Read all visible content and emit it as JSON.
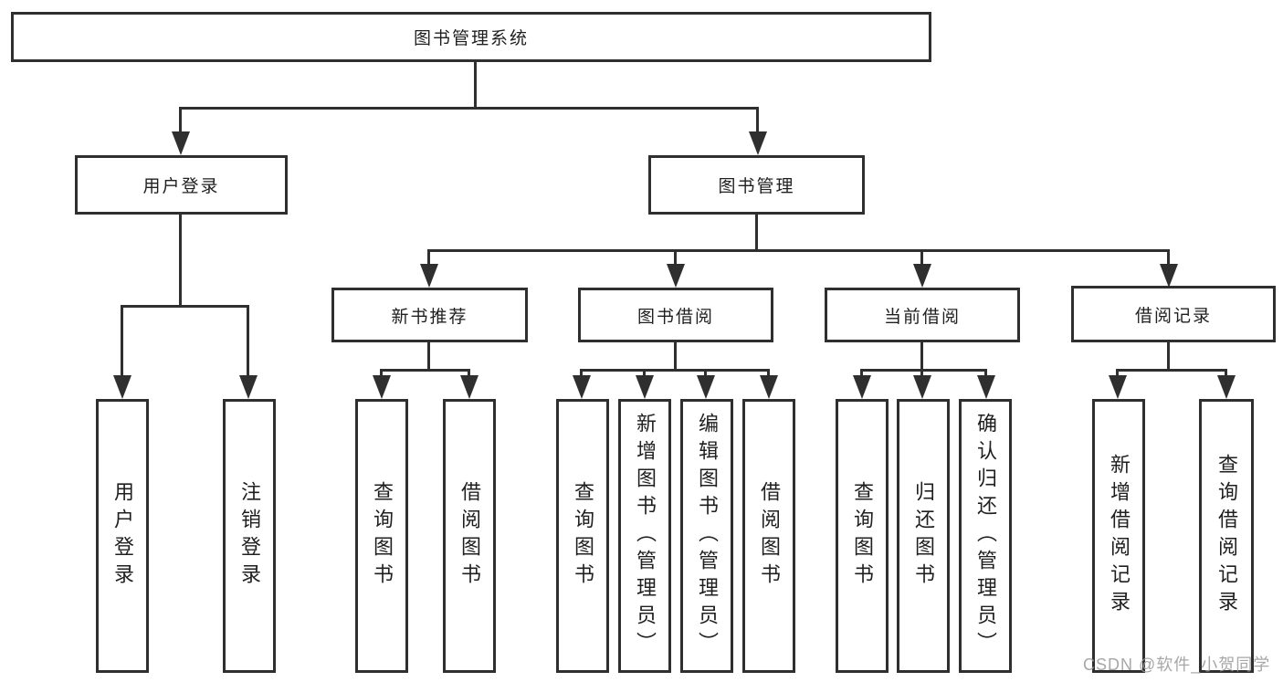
{
  "colors": {
    "line": "#2f2f2f",
    "text": "#1f1f1f",
    "watermark": "#9b9b9b",
    "background": "#ffffff"
  },
  "watermark": {
    "text": "CSDN @软件_小贺同学"
  },
  "diagram": {
    "root": {
      "label": "图书管理系统"
    },
    "branches": {
      "user_login": {
        "label": "用户登录",
        "children": {
          "login": {
            "label": "用户登录"
          },
          "logout": {
            "label": "注销登录"
          }
        }
      },
      "book_mgmt": {
        "label": "图书管理",
        "children": {
          "new_book": {
            "label": "新书推荐",
            "children": {
              "query": {
                "label": "查询图书"
              },
              "borrow": {
                "label": "借阅图书"
              }
            }
          },
          "book_borrow": {
            "label": "图书借阅",
            "children": {
              "query": {
                "label": "查询图书"
              },
              "add": {
                "label": "新增图书（管理员）"
              },
              "edit": {
                "label": "编辑图书（管理员）"
              },
              "borrow": {
                "label": "借阅图书"
              }
            }
          },
          "current_borrow": {
            "label": "当前借阅",
            "children": {
              "query": {
                "label": "查询图书"
              },
              "return": {
                "label": "归还图书"
              },
              "confirm": {
                "label": "确认归还（管理员）"
              }
            }
          },
          "borrow_records": {
            "label": "借阅记录",
            "children": {
              "add": {
                "label": "新增借阅记录"
              },
              "query": {
                "label": "查询借阅记录"
              }
            }
          }
        }
      }
    }
  }
}
